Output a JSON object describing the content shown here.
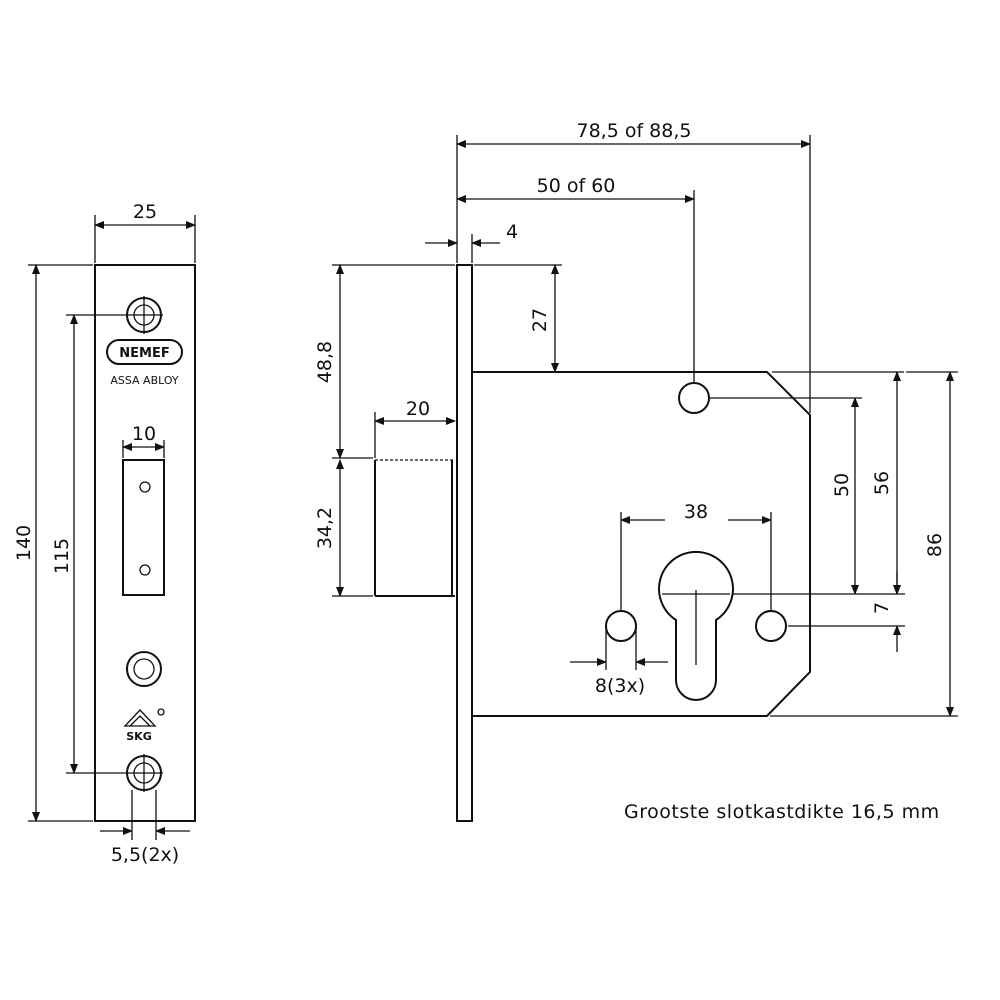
{
  "front_plate": {
    "width_label": "25",
    "height_label": "140",
    "hole_spacing_label": "115",
    "bolt_slot_width_label": "10",
    "hole_diameter_label": "5,5(2x)",
    "brand_logo": "NEMEF",
    "brand_subtitle": "ASSA ABLOY",
    "skg_mark": "SKG"
  },
  "side_view": {
    "total_depth_label": "78,5 of 88,5",
    "backset_label": "50 of 60",
    "plate_thickness_label": "4",
    "top_offset_label": "27",
    "upper_height_label": "48,8",
    "bolt_projection_label": "20",
    "bolt_height_label": "34,2",
    "center_distance_label": "50",
    "hole_distance_label": "56",
    "case_height_label": "86",
    "cylinder_spacing_label": "38",
    "small_offset_label": "7",
    "screw_holes_label": "8(3x)"
  },
  "note": "Grootste slotkastdikte 16,5 mm"
}
